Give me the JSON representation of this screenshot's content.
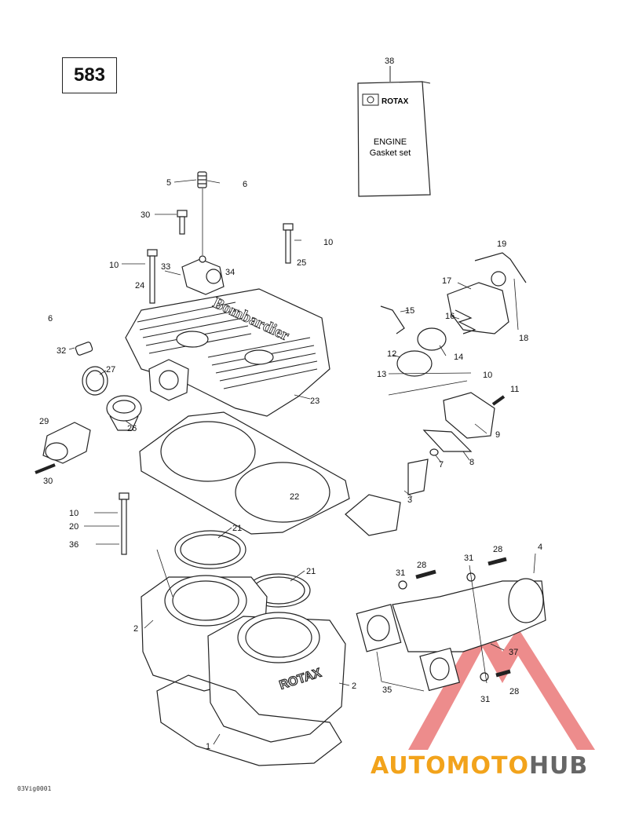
{
  "model_number": "583",
  "gasket_box": {
    "brand": "ROTAX",
    "line1": "ENGINE",
    "line2": "Gasket set"
  },
  "figure_code": "03Vig0001",
  "watermark": {
    "part1": "AUTOMOTO",
    "part2": "HUB",
    "color_orange": "#f2a31b",
    "color_gray": "#666666",
    "color_red": "#e03030"
  },
  "engine_text": {
    "head_brand": "Bombardier",
    "cylinder_brand": "ROTAX"
  },
  "callouts": {
    "c1": "1",
    "c2a": "2",
    "c2b": "2",
    "c3": "3",
    "c4": "4",
    "c5": "5",
    "c6a": "6",
    "c6b": "6",
    "c7": "7",
    "c8": "8",
    "c9": "9",
    "c10a": "10",
    "c10b": "10",
    "c10c": "10",
    "c10d": "10",
    "c11": "11",
    "c12": "12",
    "c13": "13",
    "c14": "14",
    "c15": "15",
    "c16": "16",
    "c17": "17",
    "c18": "18",
    "c19": "19",
    "c20": "20",
    "c21a": "21",
    "c21b": "21",
    "c22": "22",
    "c23": "23",
    "c24": "24",
    "c25": "25",
    "c26": "26",
    "c27": "27",
    "c28a": "28",
    "c28b": "28",
    "c29": "29",
    "c30a": "30",
    "c30b": "30",
    "c31a": "31",
    "c31b": "31",
    "c31c": "31",
    "c32": "32",
    "c33": "33",
    "c34": "34",
    "c35": "35",
    "c36": "36",
    "c37": "37",
    "c38": "38"
  }
}
